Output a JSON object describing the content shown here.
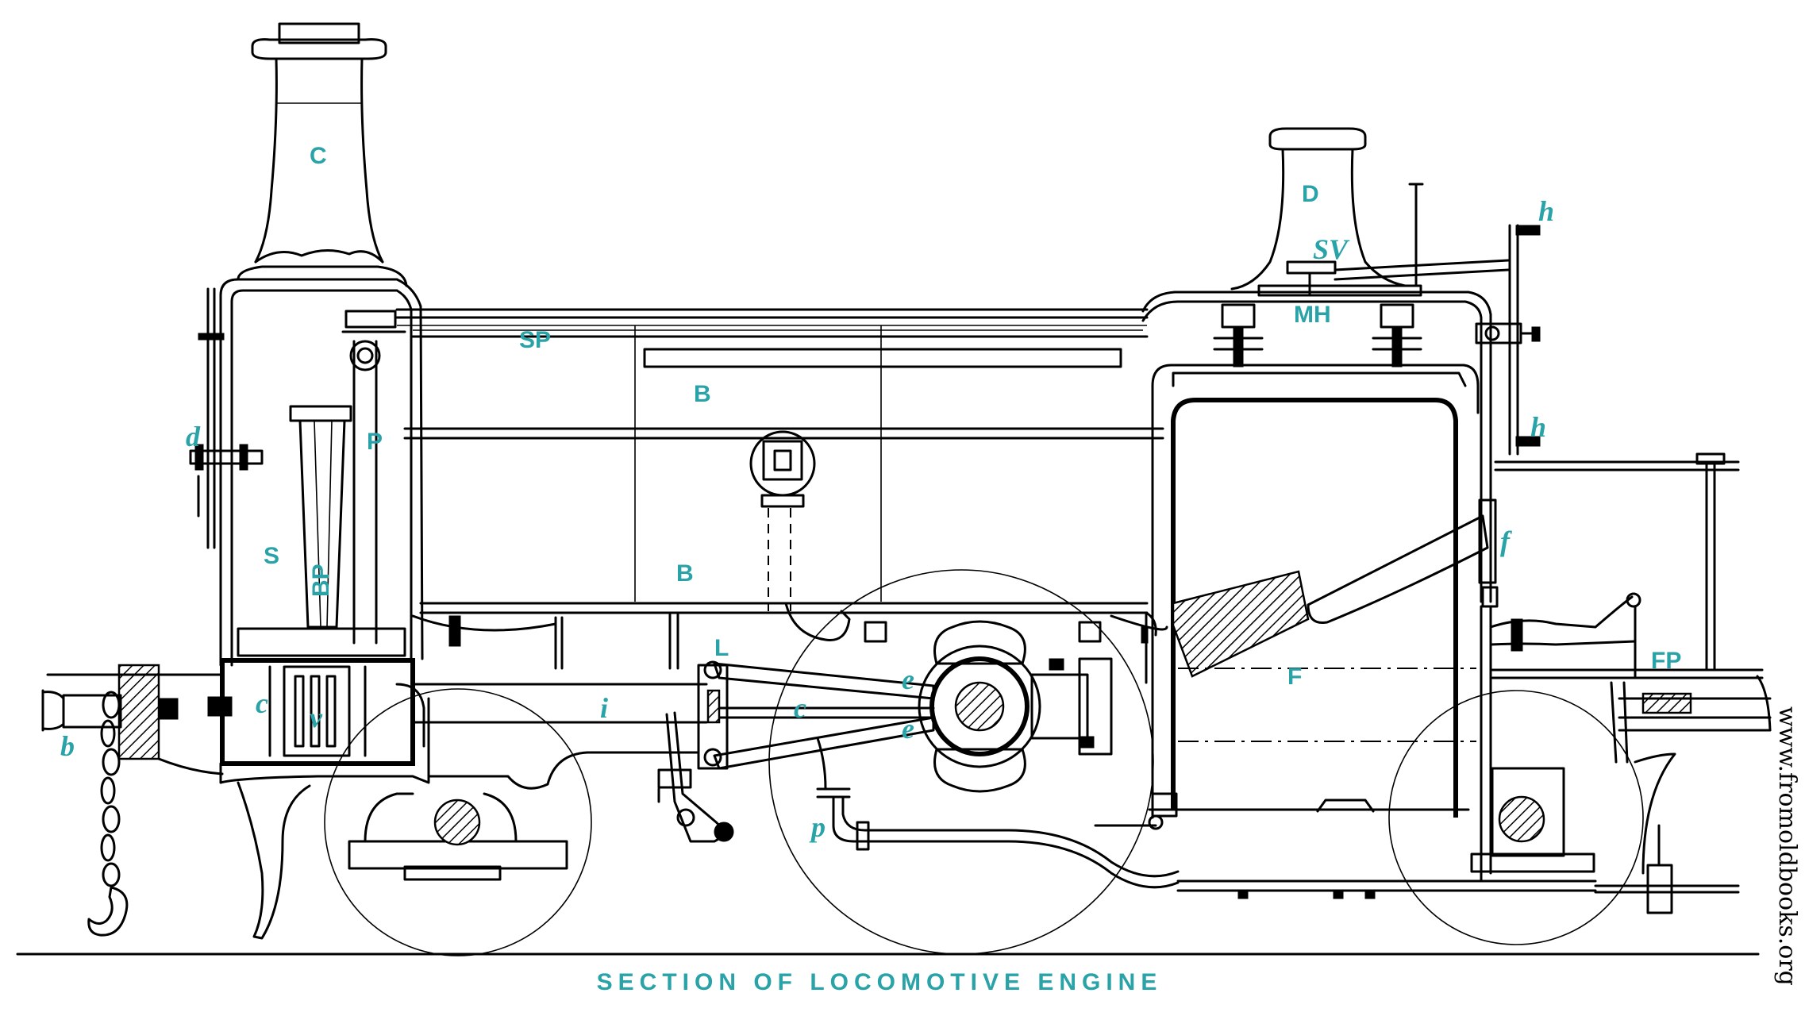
{
  "title": "SECTION OF LOCOMOTIVE ENGINE",
  "watermark": "www.fromoldbooks.org",
  "labels": {
    "C": "C",
    "D": "D",
    "SV": "SV",
    "h_top": "h",
    "MH": "MH",
    "SP": "SP",
    "B_upper": "B",
    "B_lower": "B",
    "P": "P",
    "d": "d",
    "S": "S",
    "BP": "BP",
    "c_small": "c",
    "v": "v",
    "b": "b",
    "i": "i",
    "L": "L",
    "c_rod": "c",
    "e_upper": "e",
    "e_lower": "e",
    "p": "p",
    "F": "F",
    "f": "f",
    "h_lower": "h",
    "FP": "FP"
  },
  "colors": {
    "label": "#2aa3a8",
    "ink": "#000000",
    "background": "#ffffff"
  }
}
